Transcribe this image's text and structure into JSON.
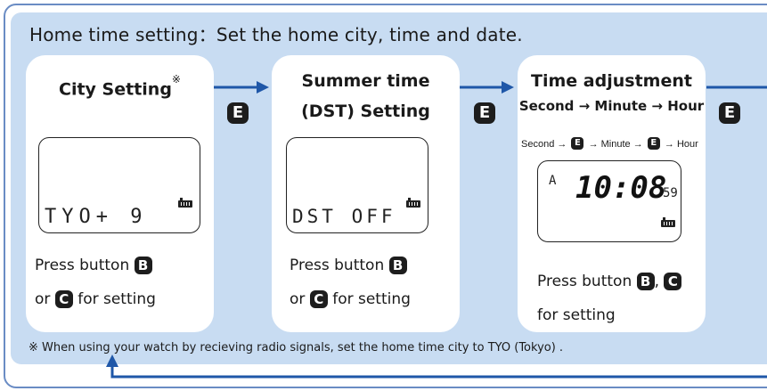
{
  "title": "Home time setting：Set the home city, time and date.",
  "button_e": "E",
  "button_b": "B",
  "button_c": "C",
  "card1": {
    "title": "City Setting",
    "mark": "※",
    "lcd": "TYO+ 9",
    "line1": "Press button",
    "line2_a": "or",
    "line2_b": "for setting"
  },
  "card2": {
    "title_l1": "Summer time",
    "title_l2": "(DST) Setting",
    "lcd": "DST OFF",
    "line1": "Press button",
    "line2_a": "or",
    "line2_b": "for setting"
  },
  "card3": {
    "title": "Time adjustment",
    "sequence": "Second → Minute → Hour",
    "seq_small_1": "Second →",
    "seq_small_2": "→ Minute →",
    "seq_small_3": "→ Hour",
    "lcd_mode": "A",
    "lcd_time": "10:08",
    "lcd_sec": "59",
    "line1": "Press button",
    "comma": ",",
    "line2": "for setting"
  },
  "footnote": "※ When using your watch by recieving radio signals, set the home time city to TYO (Tokyo) .",
  "colors": {
    "frame": "#6a8cc4",
    "panel": "#c8dcf2",
    "arrow": "#1f57a8"
  }
}
